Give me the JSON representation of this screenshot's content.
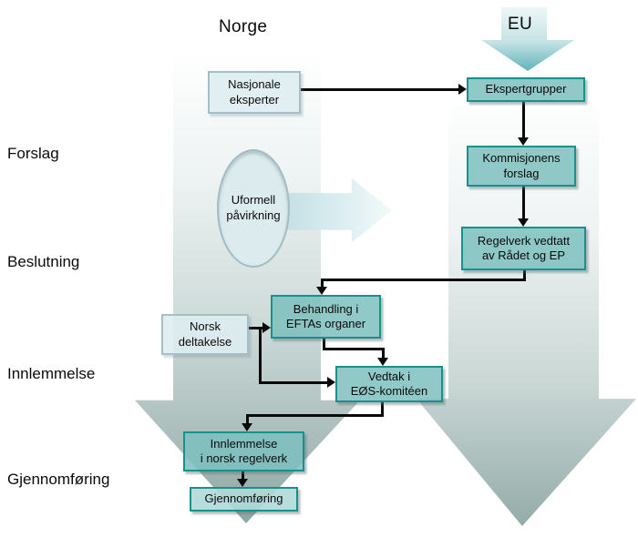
{
  "diagram": {
    "titles": {
      "left_column": "Norge",
      "right_column": "EU"
    },
    "stages": {
      "forslag": "Forslag",
      "beslutning": "Beslutning",
      "innlemmelse": "Innlemmelse",
      "gjennomforing": "Gjennomføring"
    },
    "nodes": {
      "nasjonale_eksperter": "Nasjonale\neksperter",
      "ekspertgrupper": "Ekspertgrupper",
      "kommisjonens_forslag": "Kommisjonens\nforslag",
      "regelverk_vedtatt": "Regelverk vedtatt\nav Rådet og EP",
      "uformell_pavirkning": "Uformell\npåvirkning",
      "norsk_deltakelse": "Norsk\ndeltakelse",
      "behandling_eftas": "Behandling i\nEFTAs organer",
      "vedtak_eos": "Vedtak i\nEØS-komitéen",
      "innlemmelse_norsk": "Innlemmelse\ni norsk regelverk",
      "gjennomforing": "Gjennomføring"
    },
    "colors": {
      "node_fill_teal": "#7dc0be",
      "node_border_teal": "#17918c",
      "node_fill_light": "#dcebee",
      "node_border_light": "#a3bfc7",
      "band_teal_dark": "#8da7a4",
      "accent_arrow_teal": "#5fb3ba",
      "connector_black": "#0a0a0a"
    }
  }
}
